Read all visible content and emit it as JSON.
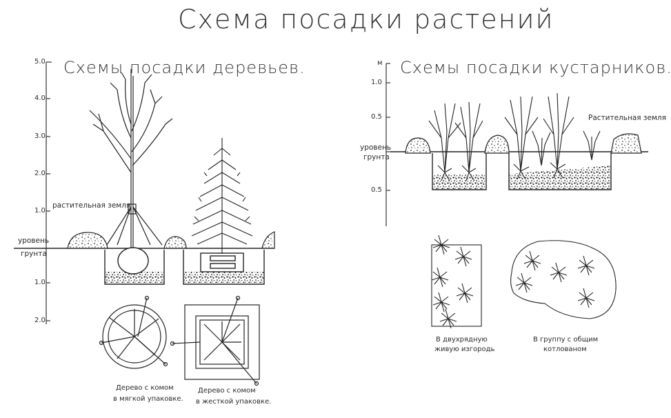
{
  "title": "Схема посадки растений",
  "trees": {
    "title": "Схемы посадки деревьев.",
    "scale_up": [
      "5.0",
      "4.0",
      "3.0",
      "2.0",
      "1.0"
    ],
    "scale_down": [
      "1.0",
      "2.0"
    ],
    "ground_label_1": "уровень",
    "ground_label_2": "грунта",
    "soil_label": "растительная земля",
    "caption_soft_1": "Дерево с комом",
    "caption_soft_2": "в мягкой упаковке.",
    "caption_hard_1": "Дерево с комом",
    "caption_hard_2": "в жесткой упаковке."
  },
  "shrubs": {
    "title": "Схемы посадки кустарников.",
    "unit": "м",
    "scale": [
      "1.0",
      "0.5",
      "0.5"
    ],
    "ground_label_1": "уровень",
    "ground_label_2": "грунта",
    "soil_label": "Растительная земля",
    "caption_hedge_1": "В двухрядную",
    "caption_hedge_2": "живую изгородь",
    "caption_group_1": "В группу с общим",
    "caption_group_2": "котлованом"
  }
}
